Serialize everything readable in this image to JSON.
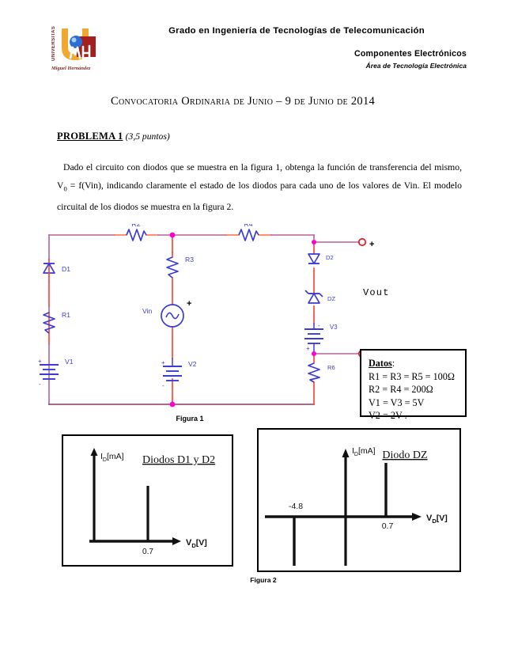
{
  "header": {
    "logo": {
      "vertical_text": "UNIVERSITAS",
      "subtitle": "Miguel Hernández"
    },
    "line1": "Grado en Ingeniería de Tecnologías de Telecomunicación",
    "line2": "Componentes Electrónicos",
    "line3": "Área de Tecnología Electrónica"
  },
  "exam": {
    "title": "Convocatoria Ordinaria de Junio – 9 de Junio de 2014"
  },
  "problem": {
    "label": "PROBLEMA 1",
    "points": "(3,5 puntos)",
    "body_part1": "Dado el circuito con diodos que se muestra en la figura 1, obtenga la función de transferencia del mismo, V",
    "body_sub": "0",
    "body_part2": " = f(Vin), indicando claramente el estado de los diodos para cada uno de los valores de Vin. El modelo circuital de los diodos se muestra en la figura 2."
  },
  "circuit": {
    "caption": "Figura 1",
    "labels": {
      "r2": "R2",
      "r3": "R3",
      "r4": "R4",
      "r1": "R1",
      "r6": "R6",
      "d1": "D1",
      "d2": "D2",
      "dz": "DZ",
      "v1": "V1",
      "v2": "V2",
      "v3": "V3",
      "vin": "Vin",
      "vout": "Vout",
      "plus_src": "+",
      "term_plus": "+",
      "term_minus": "-",
      "batt_plus": "+",
      "batt_minus": "-"
    },
    "colors": {
      "wire_magenta": "#b5649b",
      "wire_red": "#ff3b30",
      "wire_blue": "#5147d6",
      "component_blue": "#3b3bd6",
      "node_dot": "#ff00d0",
      "terminal_red": "#e8202a"
    }
  },
  "datos": {
    "title": "Datos",
    "colon": ":",
    "lines": [
      "R1 = R3 = R5 = 100Ω",
      "R2 = R4 = 200Ω",
      "V1 = V3 = 5V",
      "V2 = 2V ."
    ]
  },
  "figure2": {
    "caption": "Figura 2"
  },
  "chart_data": [
    {
      "type": "line",
      "id": "diodos-d1-d2",
      "title": "Diodos D1 y D2",
      "xlabel": "V",
      "xlabel_sub": "D",
      "xlabel_unit": "[V]",
      "ylabel": "I",
      "ylabel_sub": "D",
      "ylabel_unit": "[mA]",
      "annotations": [
        "0.7"
      ],
      "knee_voltage": 0.7,
      "description": "Ideal piecewise diode model: I_D = 0 for V_D < 0.7 V, vertical rise at V_D = 0.7 V",
      "x": [
        -2.0,
        0.7,
        0.7
      ],
      "y": [
        0,
        0,
        9
      ],
      "xlim": [
        -2.0,
        2.2
      ],
      "ylim": [
        0,
        11
      ],
      "grid": false,
      "legend": "none"
    },
    {
      "type": "line",
      "id": "diodo-dz",
      "title": "Diodo DZ",
      "xlabel": "V",
      "xlabel_sub": "D",
      "xlabel_unit": "[V]",
      "ylabel": "I",
      "ylabel_sub": "D",
      "ylabel_unit": "[mA]",
      "annotations": [
        "-4.8",
        "0.7"
      ],
      "knee_voltage": 0.7,
      "breakdown_voltage": -4.8,
      "description": "Zener model: vertical breakdown branch at V_D = -4.8 V (negative current), zero current between -4.8 V and 0.7 V, vertical forward branch at V_D = 0.7 V",
      "x": [
        -4.8,
        -4.8,
        0.7,
        0.7
      ],
      "y": [
        -9,
        0,
        0,
        9
      ],
      "xlim": [
        -6.5,
        3.0
      ],
      "ylim": [
        -10,
        11
      ],
      "grid": false,
      "legend": "none"
    }
  ]
}
